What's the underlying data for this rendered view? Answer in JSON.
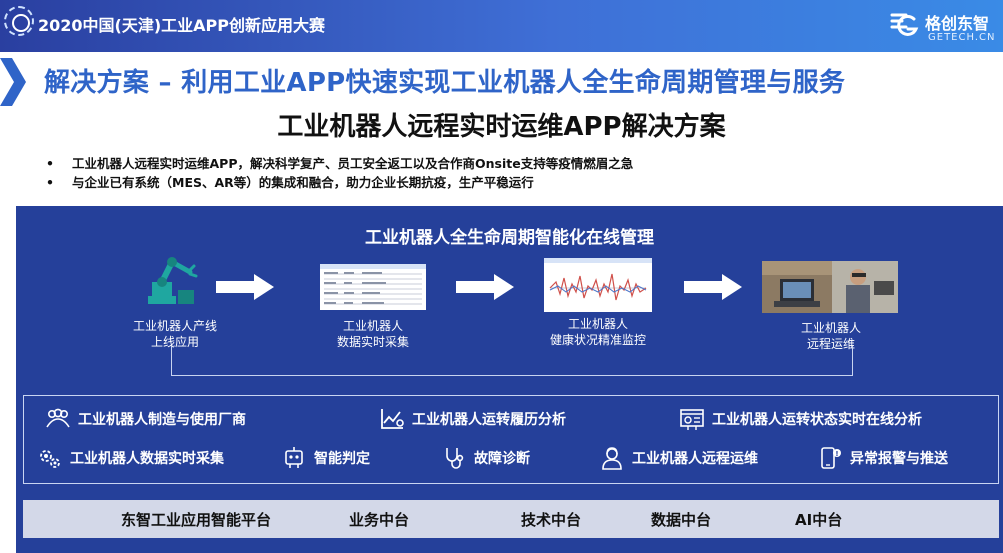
{
  "header": {
    "event_title": "2020中国(天津)工业APP创新应用大赛",
    "brand_name": "格创东智",
    "brand_sub": "GETECH.CN"
  },
  "slide": {
    "headline": "解决方案 – 利用工业APP快速实现工业机器人全生命周期管理与服务",
    "subheadline": "工业机器人远程实时运维APP解决方案",
    "bullets": [
      "工业机器人远程实时运维APP，解决科学复产、员工安全返工以及合作商Onsite支持等疫情燃眉之急",
      "与企业已有系统（MES、AR等）的集成和融合，助力企业长期抗疫，生产平稳运行"
    ]
  },
  "panel": {
    "title": "工业机器人全生命周期智能化在线管理",
    "stages": [
      {
        "line1": "工业机器人产线",
        "line2": "上线应用",
        "icon": "robot-arm-icon"
      },
      {
        "line1": "工业机器人",
        "line2": "数据实时采集",
        "icon": "data-table-screenshot"
      },
      {
        "line1": "工业机器人",
        "line2": "健康状况精准监控",
        "icon": "waveform-chart-screenshot"
      },
      {
        "line1": "工业机器人",
        "line2": "远程运维",
        "icon": "remote-ops-photo"
      }
    ],
    "features": [
      {
        "label": "工业机器人制造与使用厂商",
        "icon": "people-group-icon"
      },
      {
        "label": "工业机器人运转履历分析",
        "icon": "line-chart-icon"
      },
      {
        "label": "工业机器人运转状态实时在线分析",
        "icon": "dashboard-icon"
      },
      {
        "label": "工业机器人数据实时采集",
        "icon": "gears-icon"
      },
      {
        "label": "智能判定",
        "icon": "robot-head-icon"
      },
      {
        "label": "故障诊断",
        "icon": "stethoscope-icon"
      },
      {
        "label": "工业机器人远程运维",
        "icon": "user-support-icon"
      },
      {
        "label": "异常报警与推送",
        "icon": "phone-alert-icon"
      }
    ],
    "platform": [
      "东智工业应用智能平台",
      "业务中台",
      "技术中台",
      "数据中台",
      "AI中台"
    ]
  },
  "colors": {
    "header_gradient_start": "#2a3fa0",
    "header_gradient_end": "#3a8be6",
    "headline_blue": "#2f64c8",
    "panel_navy": "#25409a",
    "platform_bar": "#d3d8e8",
    "accent_teal": "#1fa7a0"
  }
}
